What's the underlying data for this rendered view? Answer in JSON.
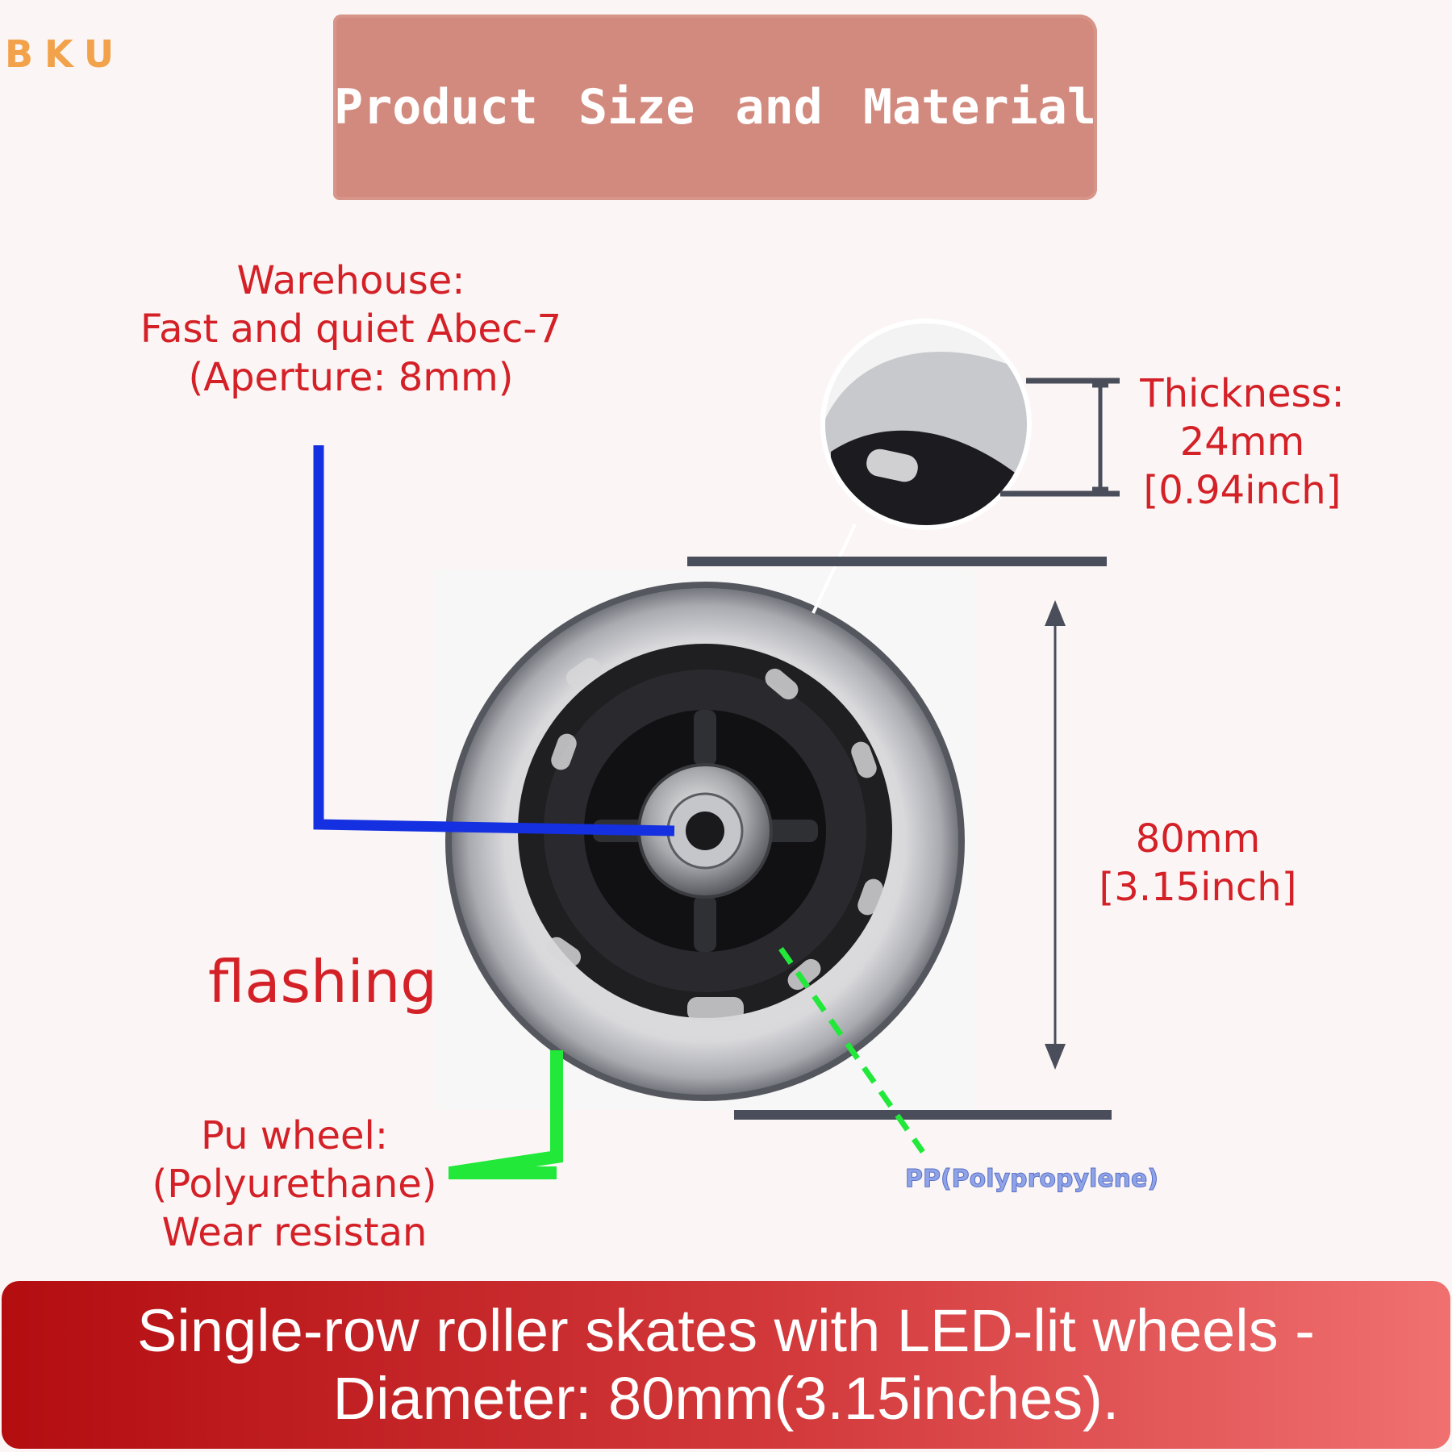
{
  "brand": {
    "logo_text": "BKU"
  },
  "header": {
    "title": "Product Size and Material"
  },
  "labels": {
    "warehouse": [
      "Warehouse:",
      "Fast and quiet Abec-7",
      "(Aperture: 8mm)"
    ],
    "thickness": [
      "Thickness:",
      "24mm",
      "[0.94inch]"
    ],
    "diameter": [
      "80mm",
      "[3.15inch]"
    ],
    "flashing": "flashing",
    "pu_wheel": [
      "Pu wheel:",
      "(Polyurethane)",
      "Wear resistan"
    ],
    "pp": "PP(Polypropylene)"
  },
  "banner": {
    "line1": "Single-row roller skates with LED-lit wheels -",
    "line2": "Diameter: 80mm(3.15inches)."
  },
  "colors": {
    "label_red": "#d42027",
    "title_box": "#d38a7e",
    "bearing_leader": "#1530e0",
    "pu_leader": "#22e83a",
    "pp_leader": "#22e83a",
    "dimension_lines": "#4a4d5a",
    "banner_start": "#b30d10",
    "banner_end": "#f07070"
  },
  "icons": [
    "wheel-image",
    "thickness-zoom-image",
    "diameter-arrow",
    "thickness-bracket"
  ]
}
